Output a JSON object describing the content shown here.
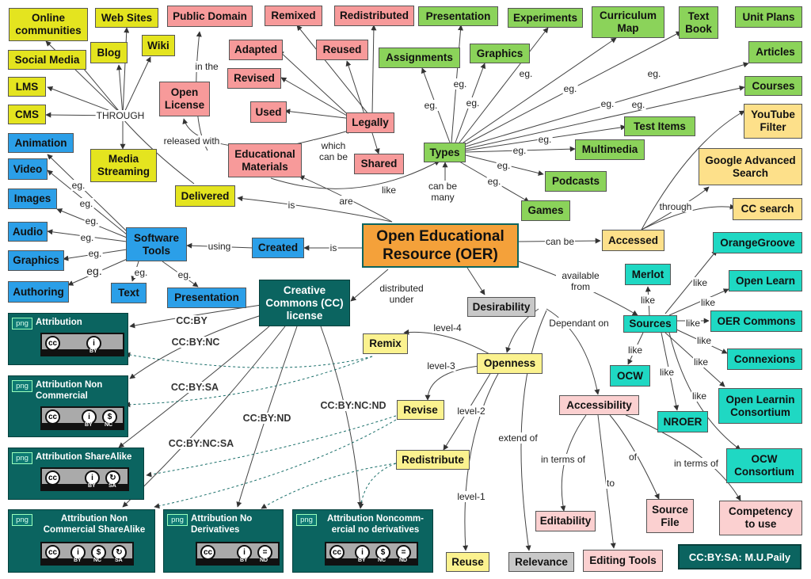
{
  "center": {
    "label": "Open Educational Resource (OER)"
  },
  "via_nodes": {
    "online_communities": "Online communities",
    "web_sites": "Web Sites",
    "blog": "Blog",
    "wiki": "Wiki",
    "social_media": "Social Media",
    "lms": "LMS",
    "cms": "CMS",
    "media_streaming": "Media Streaming",
    "delivered": "Delivered"
  },
  "legal_nodes": {
    "public_domain": "Public Domain",
    "remixed": "Remixed",
    "redistributed": "Redistributed",
    "adapted": "Adapted",
    "reused": "Reused",
    "revised": "Revised",
    "open_license": "Open License",
    "used": "Used",
    "legally": "Legally",
    "educational_materials": "Educational Materials",
    "shared": "Shared"
  },
  "type_nodes": {
    "presentation": "Presentation",
    "experiments": "Experiments",
    "curriculum_map": "Curriculum Map",
    "text_book": "Text Book",
    "unit_plans": "Unit Plans",
    "assignments": "Assignments",
    "graphics": "Graphics",
    "articles": "Articles",
    "courses": "Courses",
    "test_items": "Test  Items",
    "multimedia": "Multimedia",
    "types": "Types",
    "podcasts": "Podcasts",
    "games": "Games"
  },
  "tool_nodes": {
    "animation": "Animation",
    "video": "Video",
    "images": "Images",
    "audio": "Audio",
    "graphics": "Graphics",
    "authoring": "Authoring",
    "software_tools": "Software Tools",
    "text": "Text",
    "presentation": "Presentation",
    "created": "Created"
  },
  "access_nodes": {
    "youtube_filter": "YouTube Filter",
    "google_advanced": "Google Advanced Search",
    "cc_search": "CC search",
    "accessed": "Accessed"
  },
  "source_nodes": {
    "orangegroove": "OrangeGroove",
    "merlot": "Merlot",
    "open_learn": "Open Learn",
    "sources": "Sources",
    "oer_commons": "OER Commons",
    "connexions": "Connexions",
    "ocw": "OCW",
    "open_learnin_consortium": "Open Learnin Consortium",
    "nroer": "NROER",
    "ocw_consortium": "OCW Consortium"
  },
  "license_nodes": {
    "creative_commons": "Creative Commons (CC) license",
    "remix": "Remix",
    "openness": "Openness",
    "revise": "Revise",
    "redistribute": "Redistribute",
    "reuse": "Reuse",
    "desirability": "Desirability",
    "relevance": "Relevance"
  },
  "accessibility_nodes": {
    "accessibility": "Accessibility",
    "editability": "Editability",
    "source_file": "Source File",
    "competency": "Competency to use",
    "editing_tools": "Editing Tools"
  },
  "edge_labels": {
    "in_the": "in the",
    "through_caps": "THROUGH",
    "released_with": "released with",
    "which_can_be": "which can be",
    "is_delivered": "is",
    "are": "are",
    "like": "like",
    "can_be_many": "can be many",
    "eg": "eg.",
    "using": "using",
    "is_created": "is",
    "can_be": "can be",
    "through": "through",
    "available_from": "available from",
    "distributed_under": "distributed under",
    "dependant_on": "Dependant on",
    "level_4": "level-4",
    "level_3": "level-3",
    "level_2": "level-2",
    "level_1": "level-1",
    "extend_of": "extend of",
    "in_terms_of": "in terms of",
    "to": "to",
    "of": "of"
  },
  "cc_labels": {
    "by": "CC:BY",
    "by_nc": "CC:BY:NC",
    "by_sa": "CC:BY:SA",
    "by_nd": "CC:BY:ND",
    "by_nc_sa": "CC:BY:NC:SA",
    "by_nc_nd": "CC:BY:NC:ND"
  },
  "license_cards": {
    "png": "png",
    "attribution": "Attribution",
    "attribution_nc": "Attribution Non Commercial",
    "attribution_sa": "Attribution ShareAlike",
    "attribution_nc_sa": "Attribution Non Commercial ShareAlike",
    "attribution_nd": "Attribution No Derivatives",
    "attribution_nc_nd": "Attribution Noncomm-ercial no derivatives",
    "cc_glyph": "cc",
    "by_glyph": "i",
    "nc_glyph": "$",
    "sa_glyph": "↻",
    "nd_glyph": "=",
    "by_code": "BY",
    "nc_code": "NC",
    "sa_code": "SA",
    "nd_code": "ND"
  },
  "credit": "CC:BY:SA: M.U.Paily",
  "colors": {
    "yellow": "#e4e41f",
    "pink": "#f79a9a",
    "green": "#8bd35a",
    "blue": "#2b9fe8",
    "teal": "#1fd8c3",
    "dark_teal": "#0b6460",
    "orange": "#f4a13a"
  }
}
